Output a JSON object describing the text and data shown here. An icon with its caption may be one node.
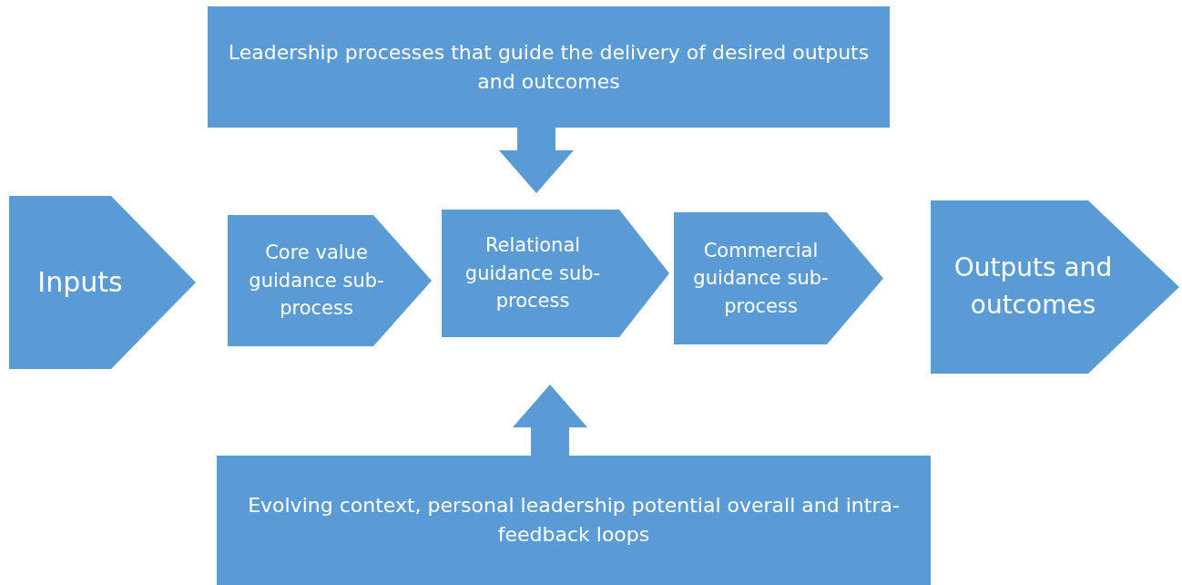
{
  "diagram": {
    "nodes": [
      {
        "text": [
          "Leadership processes that guide the delivery of desired outputs and outcomes"
        ]
      },
      {
        "text": [
          "Inputs"
        ]
      },
      {
        "text": [
          "Core value guidance sub-process"
        ]
      },
      {
        "text": [
          "Relational guidance sub-process"
        ]
      },
      {
        "text": [
          "Commercial guidance sub-process"
        ]
      },
      {
        "text": [
          "Outputs and outcomes"
        ]
      },
      {
        "text": [
          "Evolving context, personal leadership potential overall and intra-feedback loops"
        ]
      }
    ],
    "edges": [
      {
        "from": 0,
        "to": 3,
        "arrow": "to",
        "style": "thick"
      },
      {
        "from": 6,
        "to": 3,
        "arrow": "to",
        "style": "thick"
      }
    ]
  }
}
